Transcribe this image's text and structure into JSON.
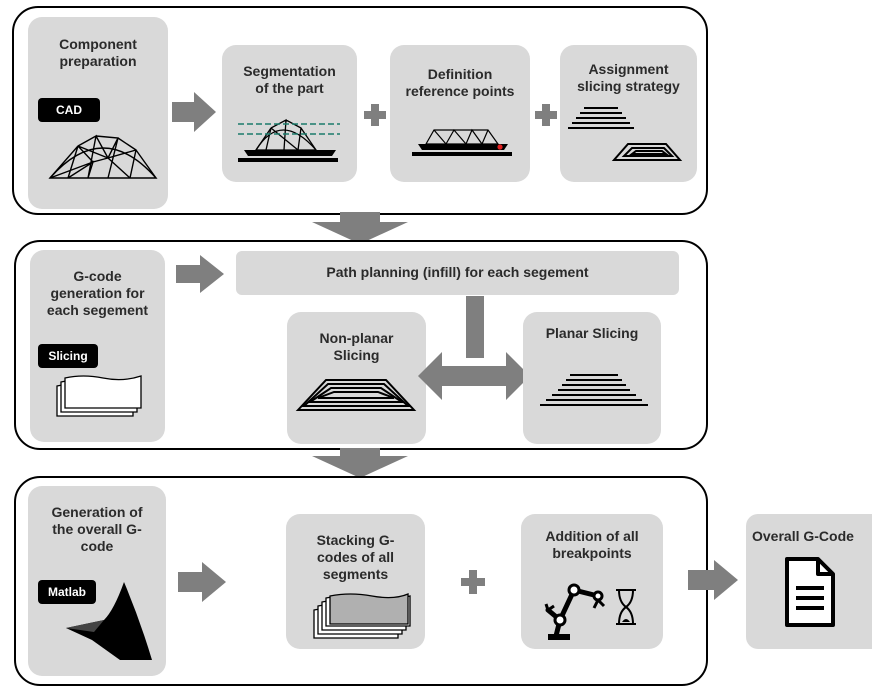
{
  "section1": {
    "component_prep": {
      "title": "Component\npreparation",
      "tag": "CAD"
    },
    "segmentation": {
      "title": "Segmentation\nof the part"
    },
    "reference": {
      "title": "Definition\nreference points"
    },
    "slicing_strategy": {
      "title": "Assignment\nslicing strategy"
    }
  },
  "section2": {
    "gcode_gen": {
      "title": "G-code\ngeneration for\neach segement",
      "tag": "Slicing"
    },
    "path_planning": {
      "title": "Path planning (infill) for each segement"
    },
    "nonplanar": {
      "title": "Non-planar\nSlicing"
    },
    "planar": {
      "title": "Planar Slicing"
    }
  },
  "section3": {
    "overall_gen": {
      "title": "Generation of\nthe overall G-\ncode",
      "tag": "Matlab"
    },
    "stacking": {
      "title": "Stacking G-\ncodes of all\nsegments"
    },
    "breakpoints": {
      "title": "Addition of all\nbreakpoints"
    }
  },
  "output": {
    "title": "Overall G-Code"
  },
  "colors": {
    "box": "#d9d9d9",
    "arrow": "#7f7f7f",
    "marker": "#e02020"
  },
  "icons": [
    "dome-mesh-icon",
    "sliced-dome-icon",
    "reference-point-icon",
    "layers-icon",
    "nonplanar-layers-icon",
    "planar-layers-icon",
    "stacked-sheets-icon",
    "matlab-logo-icon",
    "robot-arm-icon",
    "hourglass-icon",
    "document-icon"
  ]
}
